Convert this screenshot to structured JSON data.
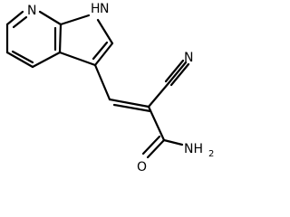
{
  "molecule": {
    "atoms": {
      "pyridine_n": "N",
      "pyrrole_nh": "H",
      "pyrrole_nh_n": "N",
      "nitrile_n": "N",
      "carbonyl_o": "O",
      "amide_n": "NH",
      "amide_n_sub": "2"
    }
  }
}
